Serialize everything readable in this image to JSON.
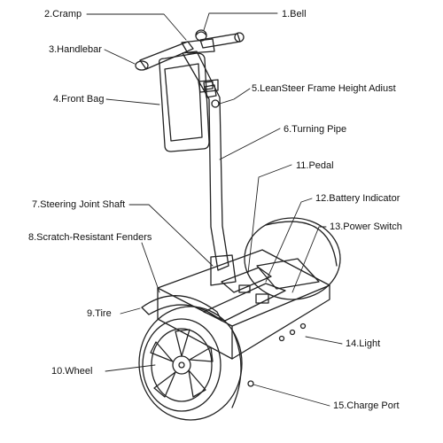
{
  "labels": {
    "bell": "1.Bell",
    "cramp": "2.Cramp",
    "handlebar": "3.Handlebar",
    "front_bag": "4.Front Bag",
    "leansteer": "5.LeanSteer Frame Height Adiust",
    "turning_pipe": "6.Turning Pipe",
    "steering_joint": "7.Steering Joint Shaft",
    "fenders": "8.Scratch-Resistant Fenders",
    "tire": "9.Tire",
    "wheel": "10.Wheel",
    "pedal": "11.Pedal",
    "battery": "12.Battery Indicator",
    "power": "13.Power Switch",
    "light": "14.Light",
    "charge": "15.Charge Port"
  },
  "colors": {
    "line": "#222222",
    "background": "#ffffff"
  }
}
